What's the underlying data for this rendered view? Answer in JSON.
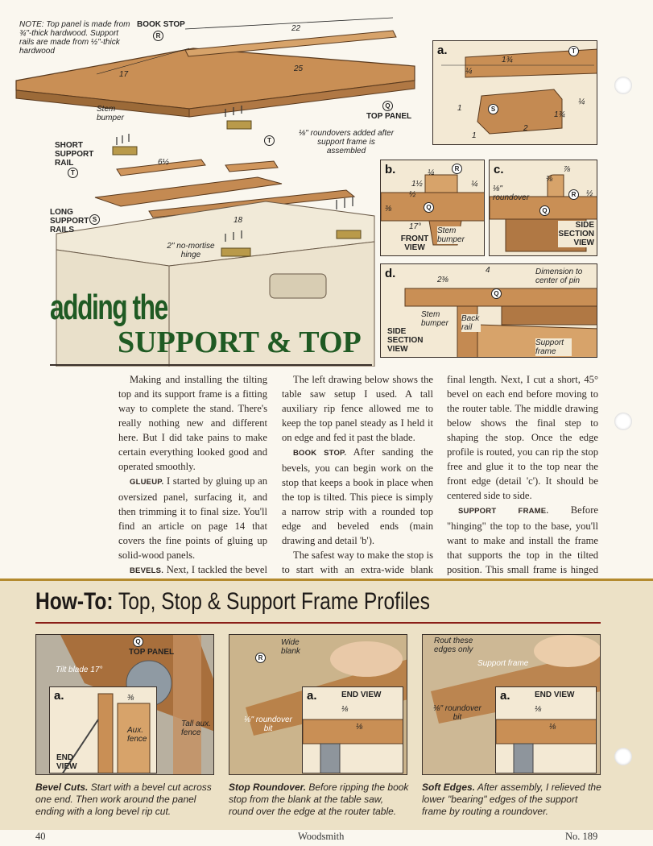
{
  "diagram": {
    "note": "NOTE: Top panel is made from ¾\"-thick hardwood. Support rails are made from ½\"-thick hardwood",
    "book_stop": "BOOK STOP",
    "book_stop_key": "R",
    "dim_22": "22",
    "dim_25": "25",
    "dim_17": "17",
    "top_panel": "TOP PANEL",
    "top_panel_key": "Q",
    "stem_bumper": "Stem bumper",
    "short_support_rail": "SHORT SUPPORT RAIL",
    "short_key": "T",
    "dim_6_5": "6½",
    "roundovers": "⅛\" roundovers added after support frame is assembled",
    "roundovers_key": "T",
    "long_support_rails": "LONG SUPPORT RAILS",
    "long_key": "S",
    "dim_18": "18",
    "hinge": "2\" no-mortise hinge"
  },
  "detail_a": {
    "tag": "a.",
    "key_t": "T",
    "key_s": "S",
    "d1": "1¾",
    "d2": "¼",
    "d3": "1",
    "d4": "¼",
    "d5": "2",
    "d6": "1",
    "d7": "1¾"
  },
  "detail_b": {
    "tag": "b.",
    "key_r": "R",
    "key_q": "Q",
    "d1": "¼",
    "d2": "1½",
    "d3": "¼",
    "d4": "½",
    "d5": "⅜",
    "angle": "17°",
    "view": "FRONT VIEW",
    "stem": "Stem bumper"
  },
  "detail_c": {
    "tag": "c.",
    "key_r": "R",
    "key_q": "Q",
    "d1": "⅞",
    "d2": "⅜",
    "d3": "½",
    "roundover": "⅛\" roundover",
    "view": "SIDE SECTION VIEW"
  },
  "detail_d": {
    "tag": "d.",
    "key_q": "Q",
    "d1": "4",
    "d2": "2⅜",
    "dimension": "Dimension to center of pin",
    "stem": "Stem bumper",
    "back_rail": "Back rail",
    "support_frame": "Support frame",
    "view": "SIDE SECTION VIEW"
  },
  "headline": {
    "line1": "adding the",
    "line2": "SUPPORT & TOP"
  },
  "article": {
    "col1": {
      "p1": "Making and installing the tilting top and its support frame is a fitting way to complete the stand. There's really nothing new and different here. But I did take pains to make certain everything looked good and operated smoothly.",
      "h2": "GLUEUP.",
      "p2": "I started by gluing up an oversized panel, surfacing it, and then trimming it to final size. You'll find an article on page 14 that covers the fine points of gluing up solid-wood panels.",
      "h3": "BEVELS.",
      "p3": "Next, I tackled the bevel cuts on the underside of the top."
    },
    "col2": {
      "p1": "The left drawing below shows the table saw setup I used. A tall auxiliary rip fence allowed me to keep the top panel steady as I held it on edge and fed it past the blade.",
      "h2": "BOOK STOP.",
      "p2": "After sanding the bevels, you can begin work on the stop that keeps a book in place when the top is tilted. This piece is simply a narrow strip with a rounded top edge and beveled ends (main drawing and detail 'b').",
      "p3": "The safest way to make the stop is to start with an extra-wide blank planed to thickness and cut to"
    },
    "col3": {
      "p1": "final length. Next, I cut a short, 45° bevel on each end before moving to the router table. The middle drawing below shows the final step to shaping the stop. Once the edge profile is routed, you can rip the stop free and glue it to the top near the front edge (detail 'c'). It should be centered side to side.",
      "h2": "SUPPORT FRAME.",
      "p2": "Before \"hinging\" the top to the base, you'll want to make and install the frame that supports the top in the tilted position. This small frame is hinged to the underside of the top and"
    }
  },
  "howto": {
    "title_bold": "How-To:",
    "title_rest": "Top, Stop & Support Frame Profiles",
    "photo1": {
      "top_panel": "TOP PANEL",
      "key": "Q",
      "tilt": "Tilt blade 17°",
      "tall_aux": "Tall aux. fence",
      "detail_tag": "a.",
      "detail_dim": "⅜",
      "detail_aux": "Aux. fence",
      "end_view": "END VIEW"
    },
    "photo2": {
      "wide_blank": "Wide blank",
      "key": "R",
      "roundover": "⅛\" roundover bit",
      "detail_tag": "a.",
      "end_view": "END VIEW",
      "d1": "⅛",
      "d2": "⅛"
    },
    "photo3": {
      "rout": "Rout these edges only",
      "support_frame": "Support frame",
      "roundover": "⅛\" roundover bit",
      "detail_tag": "a.",
      "end_view": "END VIEW",
      "d1": "⅛",
      "d2": "⅛"
    },
    "cap1_title": "Bevel Cuts.",
    "cap1": "Start with a bevel cut across one end. Then work around the panel ending with a long bevel rip cut.",
    "cap2_title": "Stop Roundover.",
    "cap2": "Before ripping the book stop from the blank at the table saw, round over the edge at the router table.",
    "cap3_title": "Soft Edges.",
    "cap3": "After assembly, I relieved the lower \"bearing\" edges of the support frame by routing a roundover."
  },
  "footer": {
    "page": "40",
    "magazine": "Woodsmith",
    "issue": "No. 189"
  }
}
